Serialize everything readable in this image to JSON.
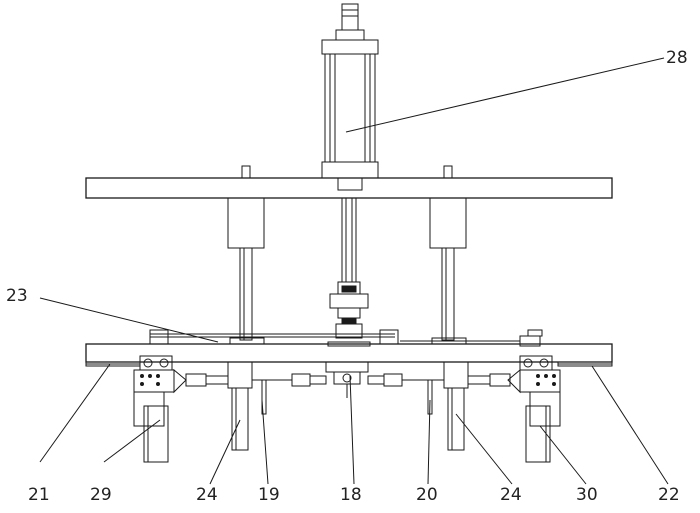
{
  "diagram": {
    "labels": {
      "l28": "28",
      "l23": "23",
      "l21": "21",
      "l29": "29",
      "l24a": "24",
      "l19": "19",
      "l18": "18",
      "l20": "20",
      "l24b": "24",
      "l30": "30",
      "l22": "22"
    },
    "colors": {
      "line": "#1a1a1a",
      "background": "#ffffff"
    }
  }
}
